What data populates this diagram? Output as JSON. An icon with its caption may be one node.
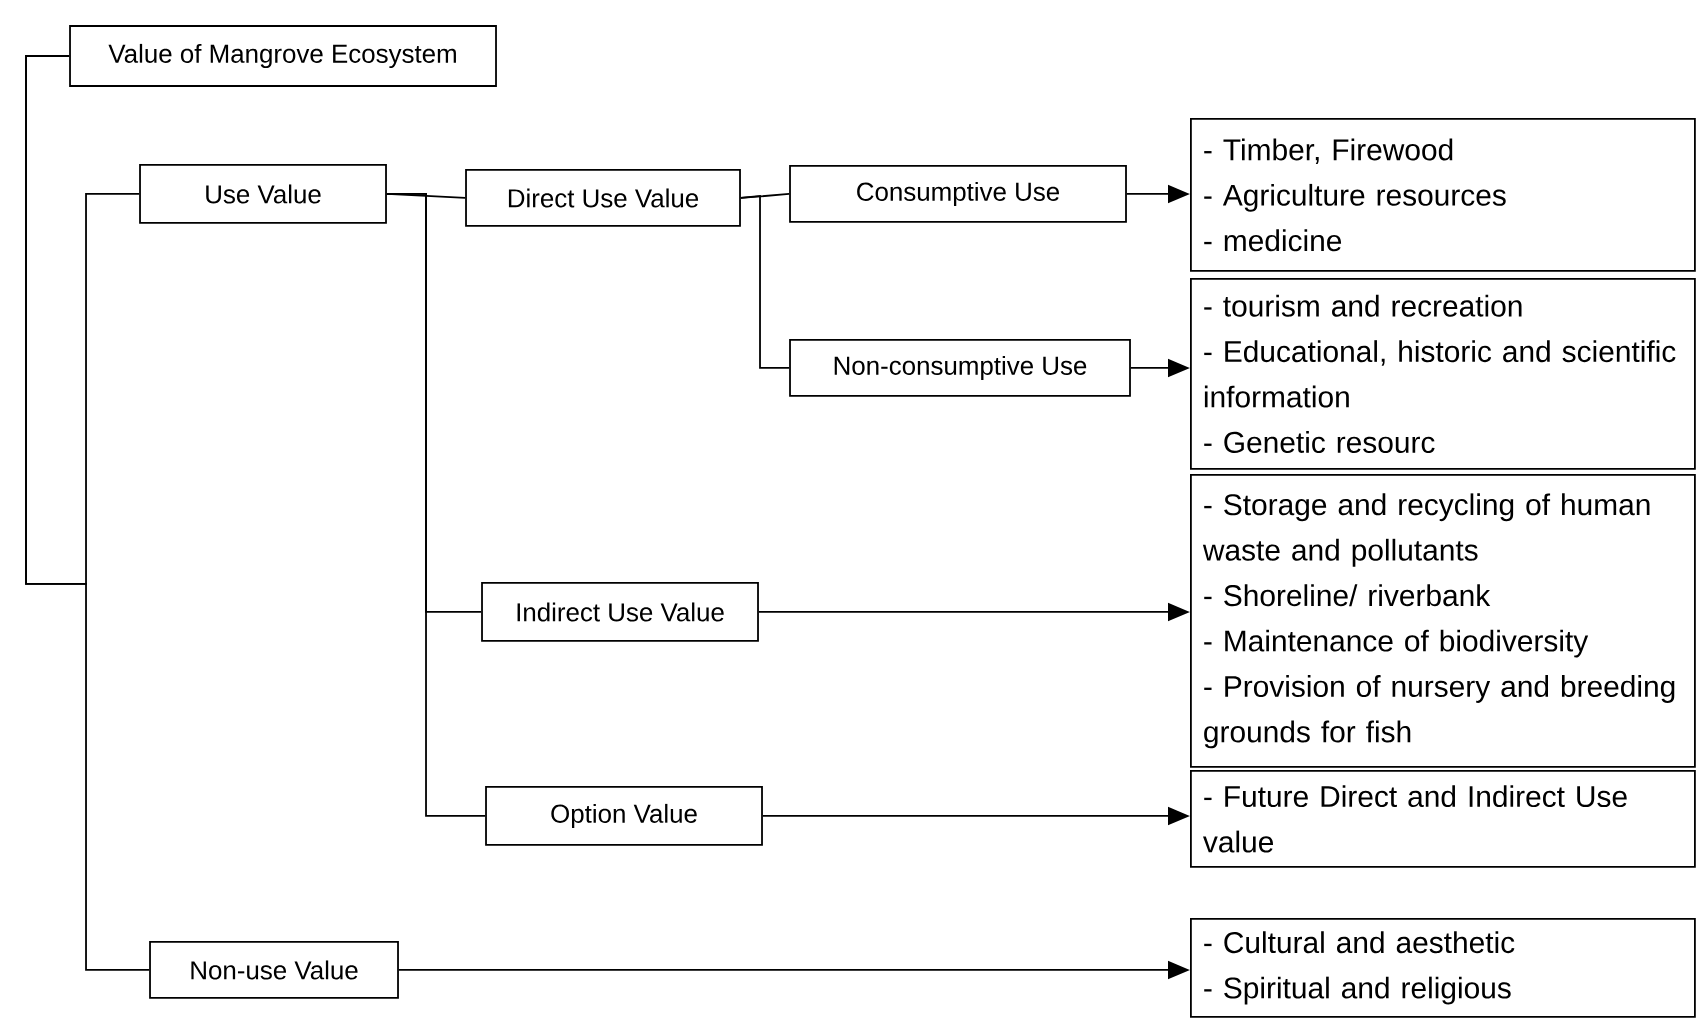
{
  "diagram": {
    "nodes": [
      {
        "text": [
          "Value of Mangrove Ecosystem"
        ]
      },
      {
        "text": [
          "Use Value"
        ]
      },
      {
        "text": [
          "Direct Use Value"
        ]
      },
      {
        "text": [
          "Consumptive Use"
        ]
      },
      {
        "text": [
          "Non-consumptive Use"
        ]
      },
      {
        "text": [
          "Indirect Use Value"
        ]
      },
      {
        "text": [
          "Option Value"
        ]
      },
      {
        "text": [
          "Non-use Value"
        ]
      },
      {
        "text": [
          "- Timber, Firewood",
          "- Agriculture resources",
          "- medicine"
        ]
      },
      {
        "text": [
          "- tourism and recreation",
          "- Educational, historic and scientific information",
          "- Genetic resourc"
        ]
      },
      {
        "text": [
          "- Storage and recycling of human waste and pollutants",
          "- Shoreline/ riverbank",
          "- Maintenance of biodiversity",
          "- Provision of nursery and breeding grounds for fish"
        ]
      },
      {
        "text": [
          "- Future Direct and Indirect Use value"
        ]
      },
      {
        "text": [
          "- Cultural and aesthetic",
          "- Spiritual and religious"
        ]
      }
    ],
    "edges": [
      {
        "from": 0,
        "to": 1,
        "arrow": "none"
      },
      {
        "from": 0,
        "to": 7,
        "arrow": "none"
      },
      {
        "from": 1,
        "to": 2,
        "arrow": "none"
      },
      {
        "from": 1,
        "to": 5,
        "arrow": "none"
      },
      {
        "from": 1,
        "to": 6,
        "arrow": "none"
      },
      {
        "from": 2,
        "to": 3,
        "arrow": "none"
      },
      {
        "from": 2,
        "to": 4,
        "arrow": "none"
      },
      {
        "from": 3,
        "to": 8,
        "arrow": "to"
      },
      {
        "from": 4,
        "to": 9,
        "arrow": "to"
      },
      {
        "from": 5,
        "to": 10,
        "arrow": "to"
      },
      {
        "from": 6,
        "to": 11,
        "arrow": "to"
      },
      {
        "from": 7,
        "to": 12,
        "arrow": "to"
      }
    ]
  }
}
